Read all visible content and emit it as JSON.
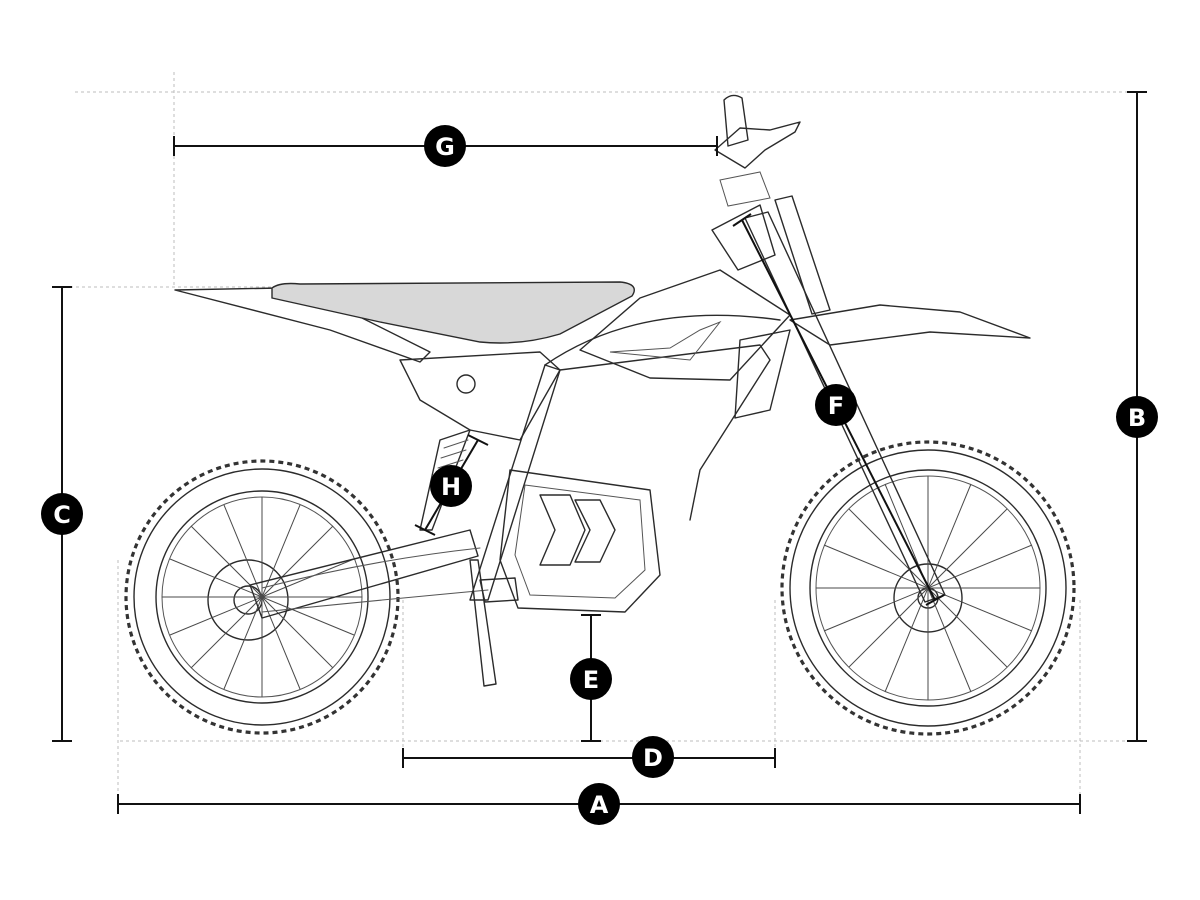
{
  "dimension_labels": {
    "A": "A",
    "B": "B",
    "C": "C",
    "D": "D",
    "E": "E",
    "F": "F",
    "G": "G",
    "H": "H"
  },
  "colors": {
    "badge_fill": "#000000",
    "badge_text": "#ffffff",
    "dimension_line": "#111111",
    "guide_line": "#bdbdbd",
    "sketch": "#2b2b2b"
  }
}
